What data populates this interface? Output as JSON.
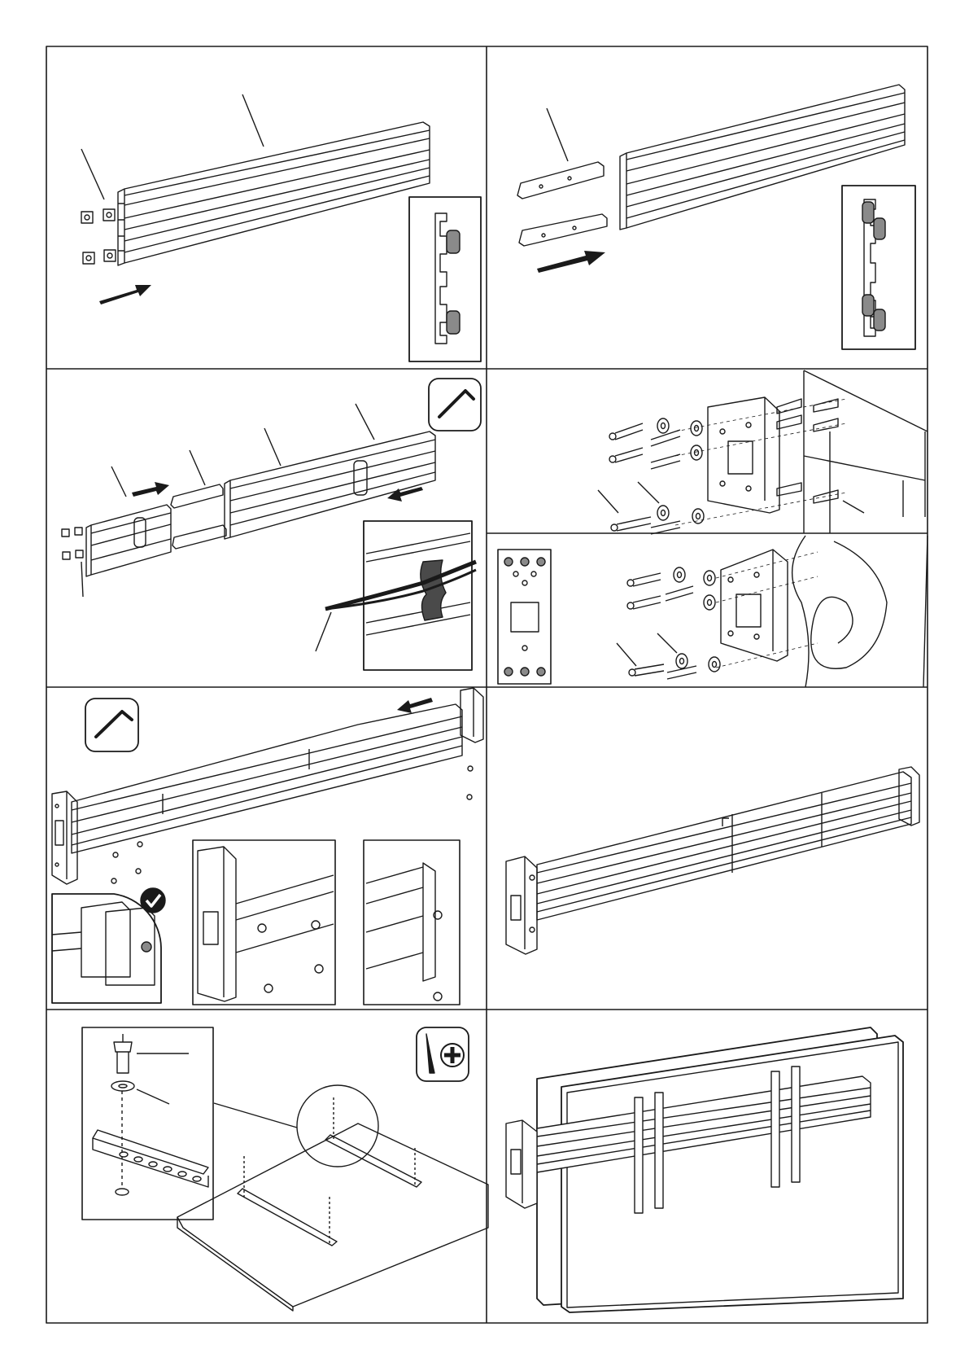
{
  "document": {
    "type": "assembly-instructions",
    "layout": "grid",
    "columns": 2,
    "rows": 5,
    "printed_text": ""
  },
  "steps": [
    {
      "id": "rail-insert-nuts",
      "icons": [
        "arrow-icon",
        "profile-section-icon"
      ]
    },
    {
      "id": "rail-insert-connectors",
      "icons": [
        "arrow-icon",
        "profile-section-icon"
      ]
    },
    {
      "id": "rail-join",
      "icons": [
        "hex-key-icon",
        "arrow-icon",
        "cable-clip-icon"
      ]
    },
    {
      "id": "wall-mount-solid",
      "icons": [
        "bolt-icon",
        "washer-icon",
        "anchor-icon"
      ]
    },
    {
      "id": "wall-mount-template",
      "icons": [
        "template-plate-icon",
        "bolt-icon",
        "washer-icon"
      ]
    },
    {
      "id": "end-bracket-attach",
      "icons": [
        "hex-key-icon",
        "check-icon",
        "screw-icon"
      ]
    },
    {
      "id": "assembled-rail",
      "icons": []
    },
    {
      "id": "screen-bracket-install",
      "icons": [
        "screwdriver-icon",
        "screw-icon",
        "washer-icon"
      ]
    },
    {
      "id": "screen-hang",
      "icons": []
    }
  ]
}
